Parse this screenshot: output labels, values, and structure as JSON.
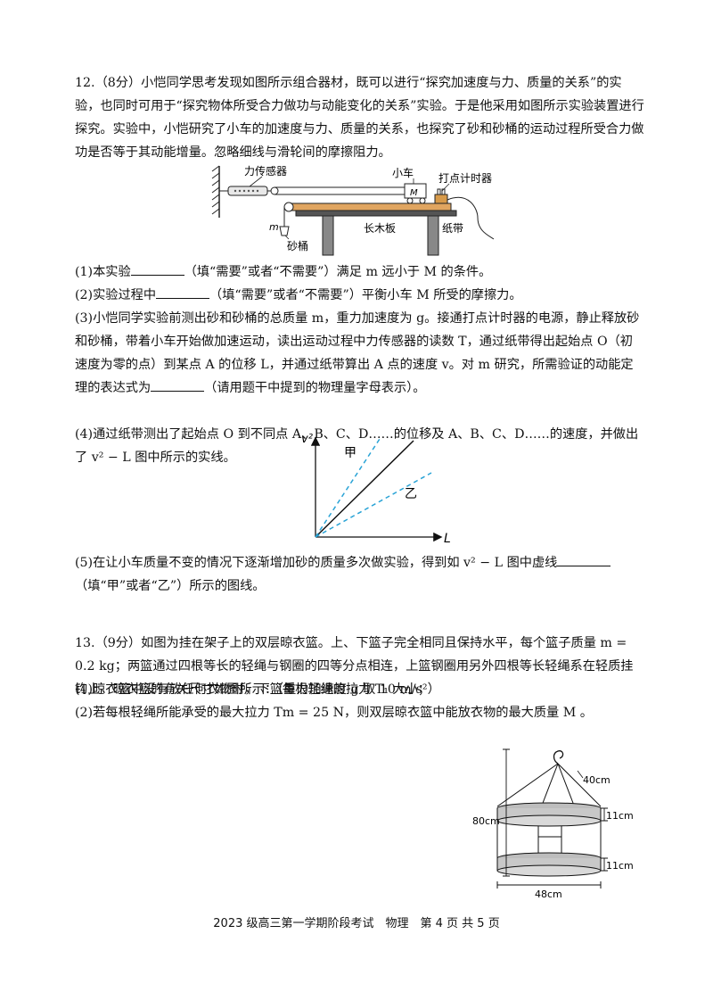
{
  "q12": {
    "intro": "12.（8分）小恺同学思考发现如图所示组合器材，既可以进行“探究加速度与力、质量的关系”的实验，也同时可用于“探究物体所受合力做功与动能变化的关系”实验。于是他采用如图所示实验装置进行探究。实验中，小恺研究了小车的加速度与力、质量的关系，也探究了砂和砂桶的运动过程所受合力做功是否等于其动能增量。忽略细线与滑轮间的摩擦阻力。",
    "fig_labels": {
      "sensor": "力传感器",
      "car": "小车",
      "timer": "打点计时器",
      "M": "M",
      "m": "m",
      "bucket": "砂桶",
      "board": "长木板",
      "tape": "纸带"
    },
    "part1_a": "(1)本实验",
    "part1_b": "（填“需要”或者“不需要”）满足 m 远小于 M 的条件。",
    "part2_a": "(2)实验过程中",
    "part2_b": "（填“需要”或者“不需要”）平衡小车 M 所受的摩擦力。",
    "part3_a": "(3)小恺同学实验前测出砂和砂桶的总质量 m，重力加速度为 g。接通打点计时器的电源，静止释放砂和砂桶，带着小车开始做加速运动，读出运动过程中力传感器的读数 T，通过纸带得出起始点 O（初速度为零的点）到某点 A 的位移 L，并通过纸带算出 A 点的速度 v。对 m 研究，所需验证的动能定理的表达式为",
    "part3_b": "（请用题干中提到的物理量字母表示）。",
    "part4_a": "(4)通过纸带测出了起始点 O 到不同点 A、B、C、D……的位移及 A、B、C、D……的速度，并做出了 v² − L 图中所示的实线。",
    "graph": {
      "y_label": "v²",
      "x_label": "L",
      "jia": "甲",
      "yi": "乙"
    },
    "part5_a": "(5)在让小车质量不变的情况下逐渐增加砂的质量多次做实验，得到如 v² − L 图中虚线",
    "part5_b": "（填“甲”或者“乙”）所示的图线。"
  },
  "q13": {
    "intro": "13.（9分）如图为挂在架子上的双层晾衣篮。上、下篮子完全相同且保持水平，每个篮子质量 m = 0.2 kg；两篮通过四根等长的轻绳与钢圈的四等分点相连，上篮钢圈用另外四根等长轻绳系在轻质挂钩上。晾衣篮的有关尺寸如图所示：（重力加速度 g 取 10 m/s²）",
    "part1": "(1)晾衣篮中没有放任何衣物时，下篮每根轻绳的拉力 T₁ 大小；",
    "part2": "(2)若每根轻绳所能承受的最大拉力 Tm = 25 N，则双层晾衣篮中能放衣物的最大质量 M 。",
    "fig": {
      "d40": "40cm",
      "d80": "80cm",
      "d11a": "11cm",
      "d11b": "11cm",
      "d48": "48cm"
    }
  },
  "footer": "2023 级高三第一学期阶段考试　物理　第 4 页 共 5 页"
}
